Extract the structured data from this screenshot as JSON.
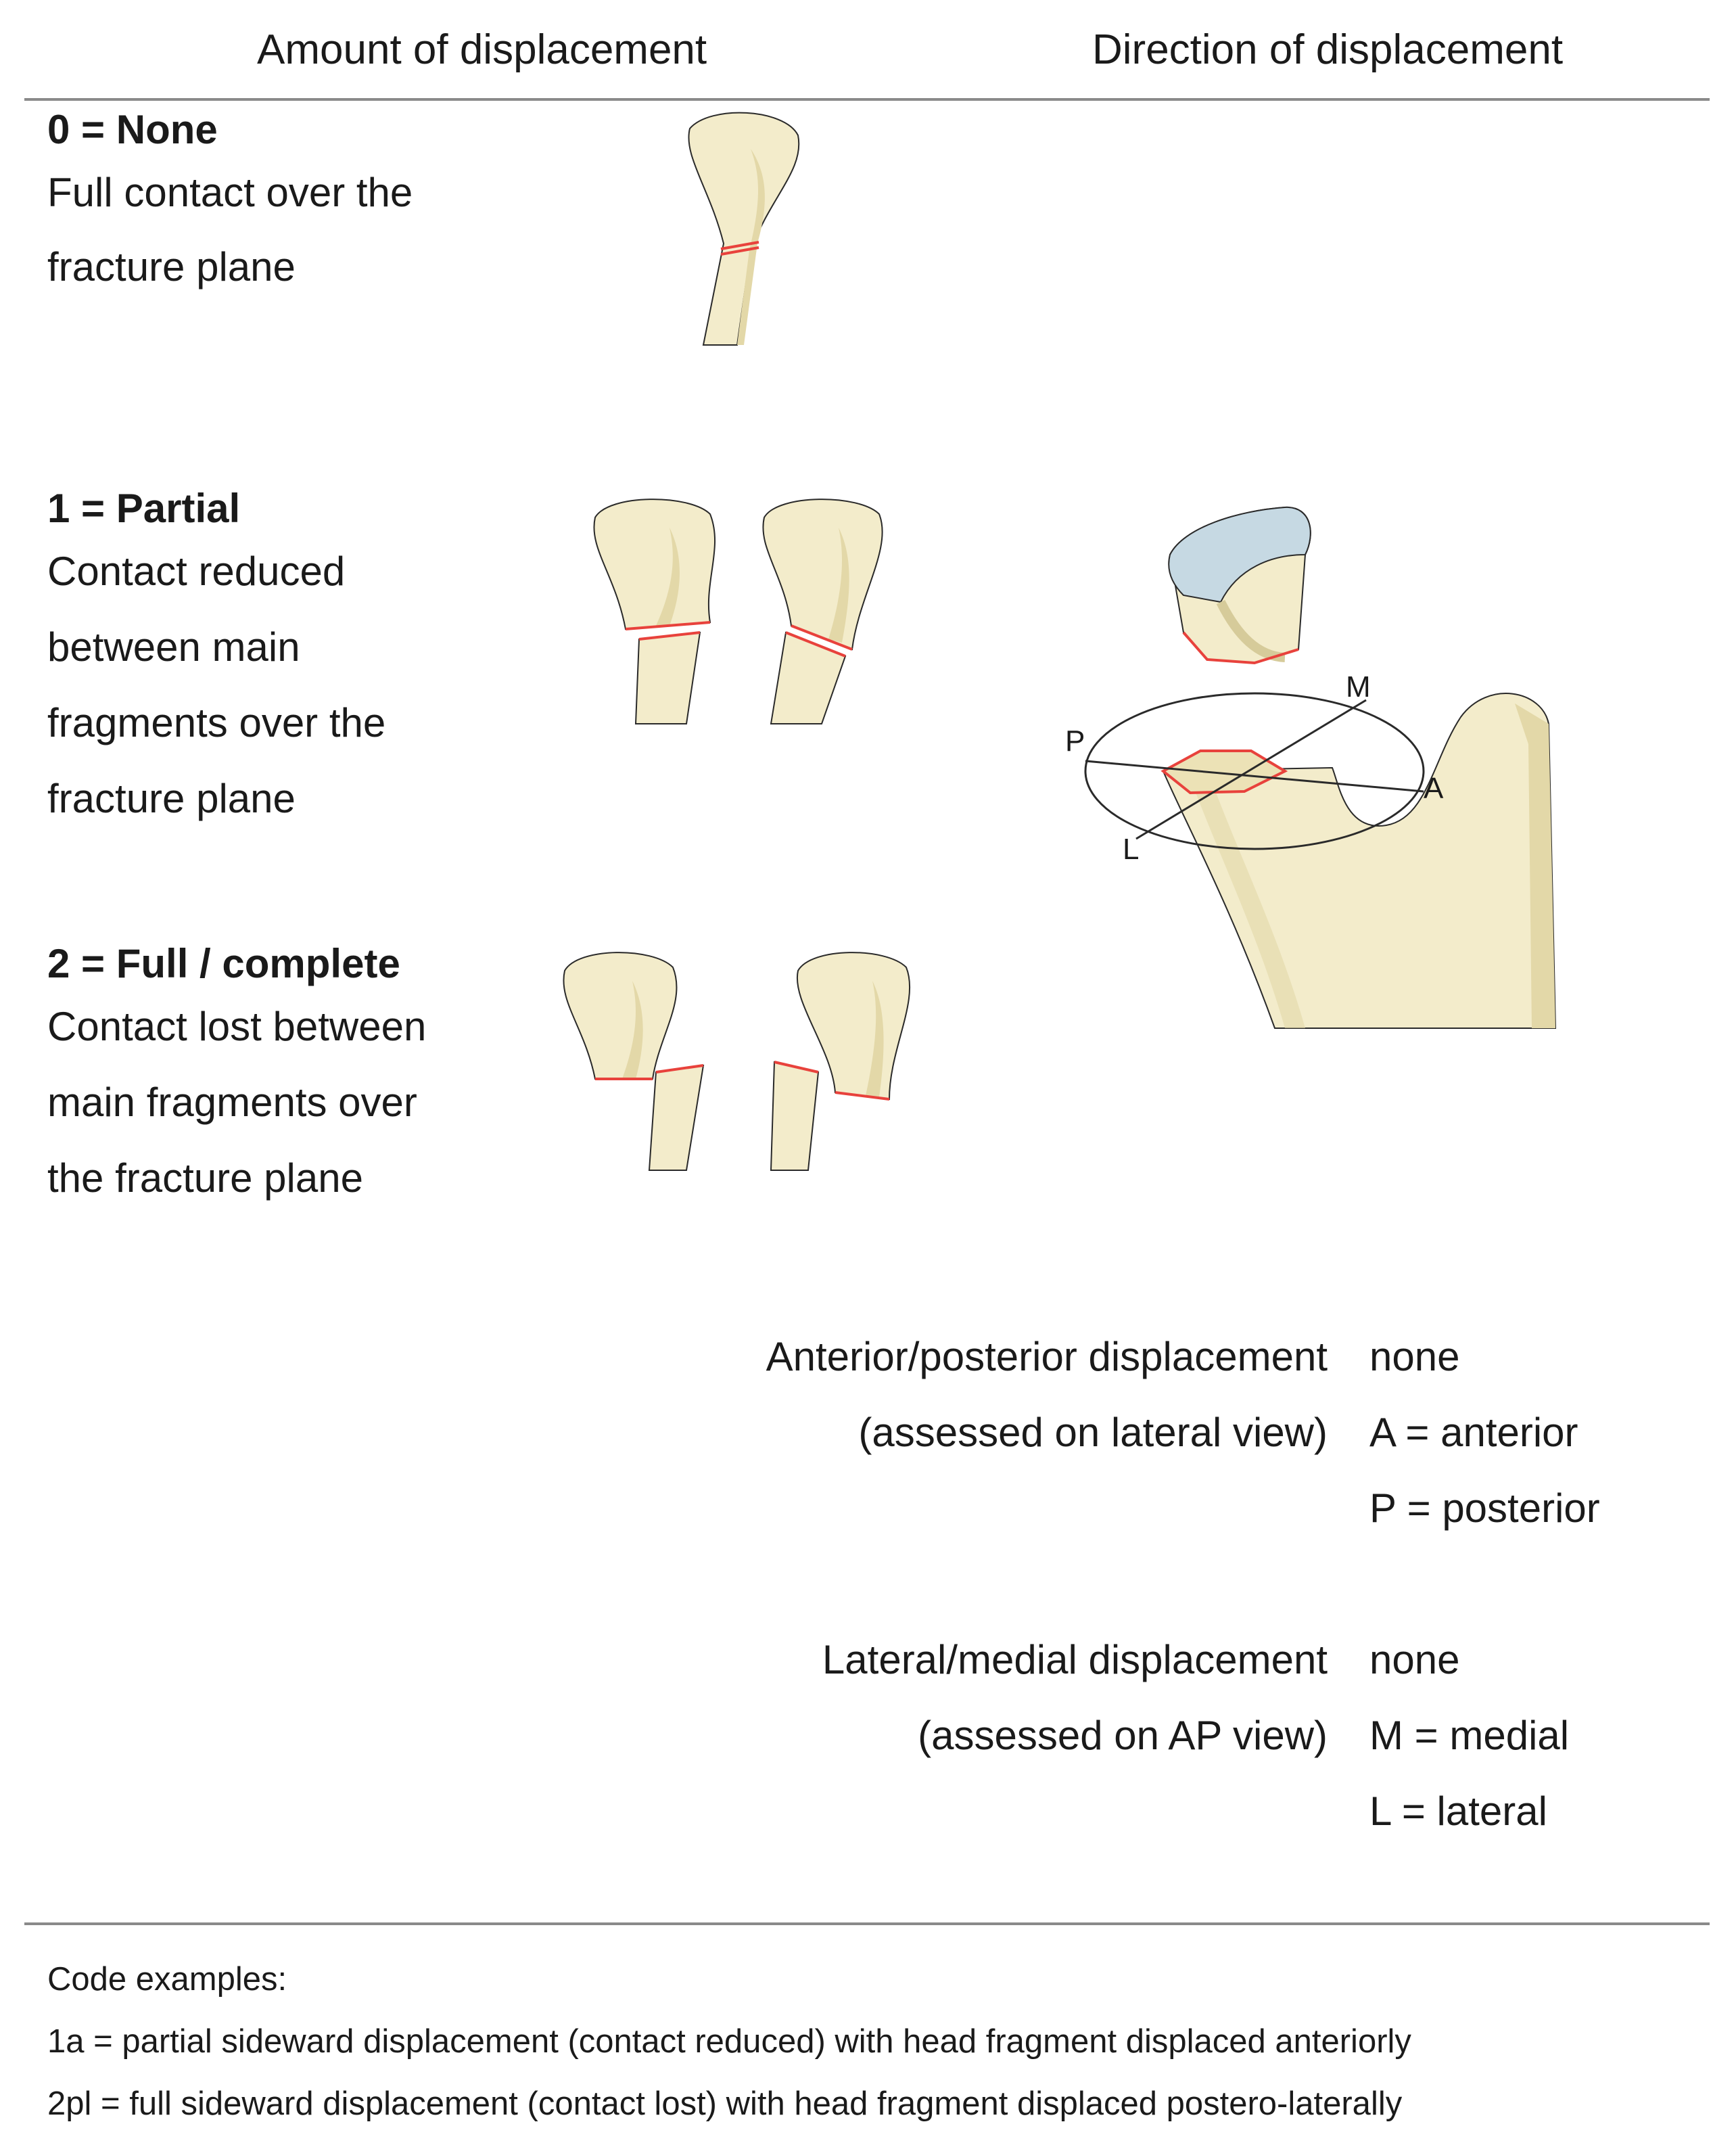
{
  "header": {
    "amount_title": "Amount of displacement",
    "direction_title": "Direction of displacement"
  },
  "levels": [
    {
      "code_title": "0 = None",
      "lines": [
        "Full contact over the",
        "fracture plane"
      ]
    },
    {
      "code_title": "1 = Partial",
      "lines": [
        "Contact reduced",
        "between main",
        "fragments over the",
        "fracture plane"
      ]
    },
    {
      "code_title": "2 = Full / complete",
      "lines": [
        "Contact lost between",
        "main fragments over",
        "the fracture plane"
      ]
    }
  ],
  "diagram": {
    "axis_labels": {
      "medial": "M",
      "posterior": "P",
      "anterior": "A",
      "lateral": "L"
    },
    "colors": {
      "bone": "#f3eccb",
      "bone_shadow": "#e3d8a8",
      "fracture": "#e8423c",
      "cartilage": "#c6d9e3",
      "outline": "#2a2a2a"
    }
  },
  "direction_groups": [
    {
      "label_lines": [
        "Anterior/posterior displacement",
        "(assessed on lateral view)"
      ],
      "codes": [
        "none",
        "A = anterior",
        "P = posterior"
      ]
    },
    {
      "label_lines": [
        "Lateral/medial displacement",
        "(assessed on AP view)"
      ],
      "codes": [
        "none",
        "M = medial",
        "L = lateral"
      ]
    }
  ],
  "footer": {
    "heading": "Code examples:",
    "examples": [
      "1a = partial sideward displacement (contact reduced) with head fragment displaced anteriorly",
      "2pl = full sideward displacement (contact lost) with head fragment displaced postero-laterally"
    ]
  }
}
